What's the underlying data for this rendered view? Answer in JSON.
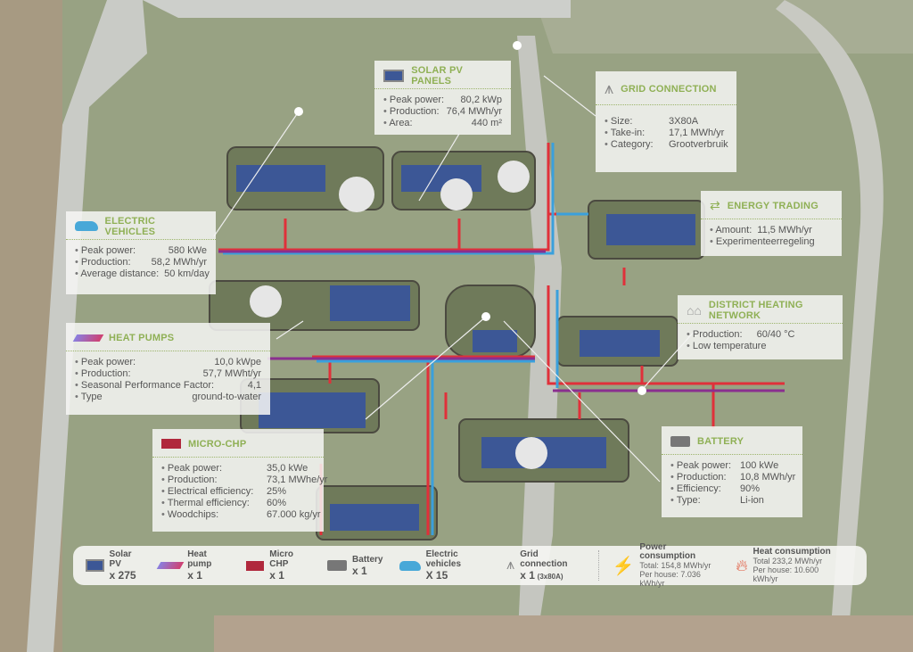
{
  "solar": {
    "title": "SOLAR PV PANELS",
    "rows": [
      {
        "k": "Peak power:",
        "v": "80,2 kWp"
      },
      {
        "k": "Production:",
        "v": "76,4 MWh/yr"
      },
      {
        "k": "Area:",
        "v": "440 m²"
      }
    ]
  },
  "grid": {
    "title": "GRID CONNECTION",
    "rows": [
      {
        "k": "Size:",
        "v": "3X80A"
      },
      {
        "k": "Take-in:",
        "v": "17,1 MWh/yr"
      },
      {
        "k": "Category:",
        "v": "Grootverbruik"
      }
    ]
  },
  "ev": {
    "title": "ELECTRIC VEHICLES",
    "rows": [
      {
        "k": "Peak power:",
        "v": "580 kWe"
      },
      {
        "k": "Production:",
        "v": "58,2 MWh/yr"
      },
      {
        "k": "Average distance:",
        "v": "50 km/day"
      }
    ]
  },
  "heatpumps": {
    "title": "HEAT PUMPS",
    "rows": [
      {
        "k": "Peak power:",
        "v": "10,0 kWpe"
      },
      {
        "k": "Production:",
        "v": "57,7 MWht/yr"
      },
      {
        "k": "Seasonal Performance Factor:",
        "v": "4,1"
      },
      {
        "k": "Type",
        "v": "ground-to-water"
      }
    ]
  },
  "chp": {
    "title": "MICRO-CHP",
    "rows": [
      {
        "k": "Peak power:",
        "v": "35,0 kWe"
      },
      {
        "k": "Production:",
        "v": "73,1 MWhe/yr"
      },
      {
        "k": "Electrical efficiency:",
        "v": "25%"
      },
      {
        "k": "Thermal efficiency:",
        "v": "60%"
      },
      {
        "k": "Woodchips:",
        "v": "67.000 kg/yr"
      }
    ]
  },
  "trading": {
    "title": "ENERGY TRADING",
    "rows": [
      {
        "k": "Amount:",
        "v": "11,5 MWh/yr"
      },
      {
        "k": "Experimenteerregeling",
        "v": ""
      }
    ]
  },
  "district": {
    "title": "DISTRICT HEATING NETWORK",
    "rows": [
      {
        "k": "Production:",
        "v": "60/40 °C"
      },
      {
        "k": "Low temperature",
        "v": ""
      }
    ]
  },
  "battery": {
    "title": "BATTERY",
    "rows": [
      {
        "k": "Peak power:",
        "v": "100 kWe"
      },
      {
        "k": "Production:",
        "v": "10,8 MWh/yr"
      },
      {
        "k": "Efficiency:",
        "v": "90%"
      },
      {
        "k": "Type:",
        "v": "Li-ion"
      }
    ]
  },
  "legend": {
    "items": [
      {
        "label": "Solar PV",
        "count": "x 275"
      },
      {
        "label": "Heat pump",
        "count": "x 1"
      },
      {
        "label": "Micro CHP",
        "count": "x 1"
      },
      {
        "label": "Battery",
        "count": "x 1"
      },
      {
        "label": "Electric vehicles",
        "count": "X 15"
      },
      {
        "label": "Grid connection",
        "count": "x 1",
        "note": "(3x80A)"
      }
    ],
    "power": {
      "title": "Power consumption",
      "total": "Total: 154,8 MWh/yr",
      "per_house": "Per house: 7.036 kWh/yr"
    },
    "heat": {
      "title": "Heat consumption",
      "total": "Total 233,2 MWh/yr",
      "per_house": "Per house: 10.600 kWh/yr"
    }
  },
  "colors": {
    "accent": "#8fb055",
    "electric": "#e0303a",
    "heat": "#3aa0dc",
    "mixed": "#8a2f8f"
  }
}
